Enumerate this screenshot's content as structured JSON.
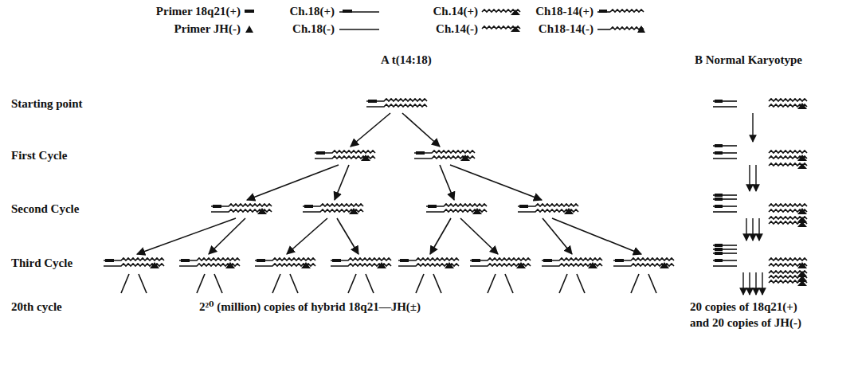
{
  "diagram": {
    "labels": [
      "A t(14:18)",
      "B Normal Karyotype",
      "Starting point",
      "First Cycle",
      "Second Cycle",
      "Third Cycle",
      "20th cycle",
      "2²⁰ (million) copies of hybrid 18q21—JH(±)",
      "20 copies of 18q21(+)",
      "and 20 copies of JH(-)"
    ],
    "legend": [
      {
        "text": "Primer 18q21(+)"
      },
      {
        "text": "Primer JH(-)"
      },
      {
        "text": "Ch.18(+)"
      },
      {
        "text": "Ch.18(-)"
      },
      {
        "text": "Ch.14(+)"
      },
      {
        "text": "Ch.14(-)"
      },
      {
        "text": "Ch18-14(+)"
      },
      {
        "text": "Ch18-14(-)"
      }
    ]
  }
}
